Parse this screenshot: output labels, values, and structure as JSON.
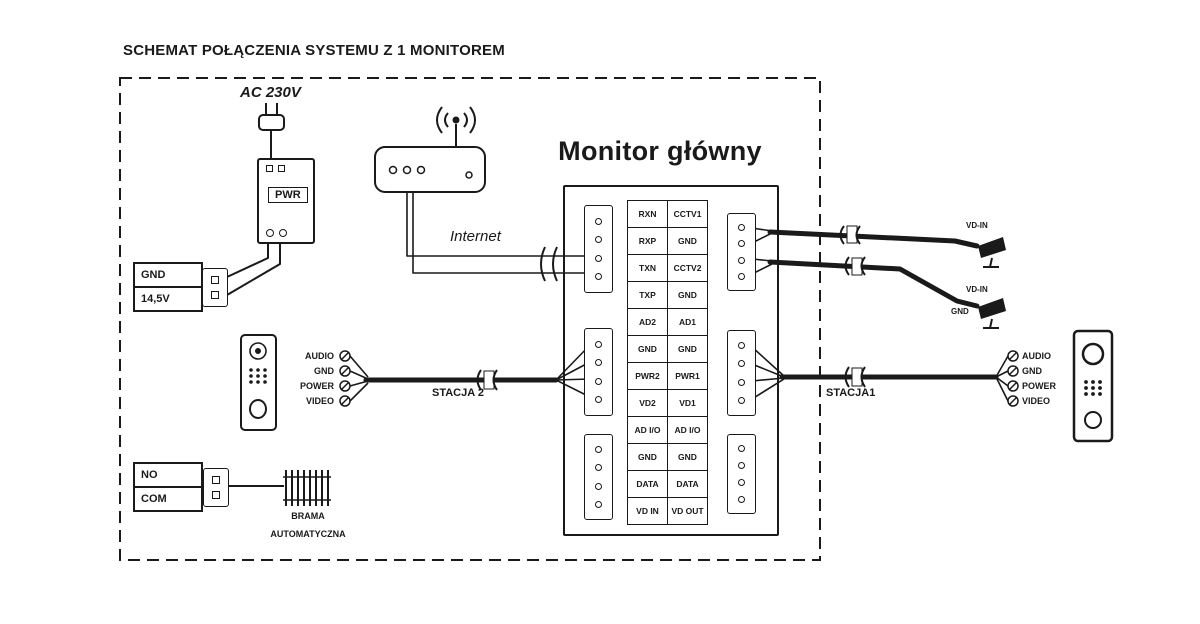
{
  "title": "SCHEMAT POŁĄCZENIA SYSTEMU Z 1 MONITOREM",
  "power": {
    "ac_label": "AC 230V",
    "module_label": "PWR"
  },
  "psu_block": {
    "rows": [
      "GND",
      "14,5V"
    ]
  },
  "relay_block": {
    "rows": [
      "NO",
      "COM"
    ],
    "gate_line1": "BRAMA",
    "gate_line2": "AUTOMATYCZNA"
  },
  "internet_label": "Internet",
  "monitor": {
    "title": "Monitor główny",
    "terminals": [
      {
        "left": "RXN",
        "right": "CCTV1"
      },
      {
        "left": "RXP",
        "right": "GND"
      },
      {
        "left": "TXN",
        "right": "CCTV2"
      },
      {
        "left": "TXP",
        "right": "GND"
      },
      {
        "left": "AD2",
        "right": "AD1"
      },
      {
        "left": "GND",
        "right": "GND"
      },
      {
        "left": "PWR2",
        "right": "PWR1"
      },
      {
        "left": "VD2",
        "right": "VD1"
      },
      {
        "left": "AD I/O",
        "right": "AD I/O"
      },
      {
        "left": "GND",
        "right": "GND"
      },
      {
        "left": "DATA",
        "right": "DATA"
      },
      {
        "left": "VD IN",
        "right": "VD OUT"
      }
    ]
  },
  "station2": {
    "cable_label": "STACJA 2",
    "pins": [
      "AUDIO",
      "GND",
      "POWER",
      "VIDEO"
    ]
  },
  "station1": {
    "cable_label": "STACJA1",
    "pins": [
      "AUDIO",
      "GND",
      "POWER",
      "VIDEO"
    ]
  },
  "cameras": {
    "cam1_label": "VD-IN",
    "cam2_label": "VD-IN",
    "cam2_gnd": "GND"
  }
}
